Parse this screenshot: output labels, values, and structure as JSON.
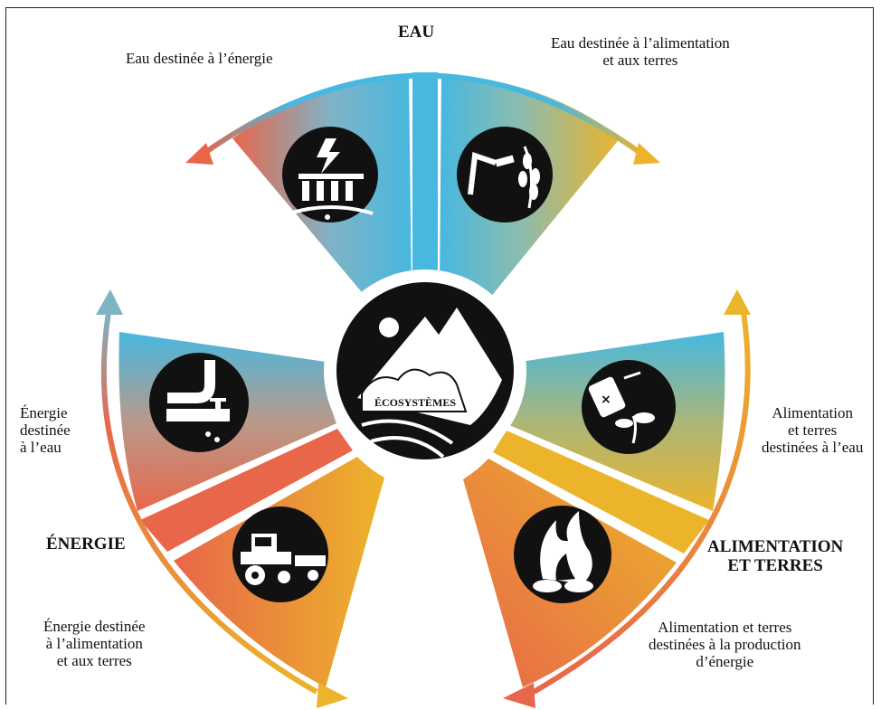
{
  "colors": {
    "water": "#47b8e0",
    "energy": "#e8674a",
    "food": "#ecb42a",
    "icon_bg": "#111111"
  },
  "sectors": {
    "water": "EAU",
    "energy": "ÉNERGIE",
    "food": "ALIMENTATION\nET TERRES"
  },
  "center": {
    "label": "ÉCOSYSTÈMES",
    "icon": "mountain-ecosystem-icon"
  },
  "flows": {
    "water_to_energy": "Eau destinée à l’énergie",
    "water_to_food": "Eau destinée à l’alimentation\net aux terres",
    "energy_to_water": "Énergie\ndestinée\nà l’eau",
    "energy_to_food": "Énergie destinée\nà l’alimentation\net aux terres",
    "food_to_water": "Alimentation\net terres\ndestinées à l’eau",
    "food_to_energy": "Alimentation et terres\ndestinées à la production\nd’énergie"
  },
  "icons": {
    "water_to_energy": "hydro-dam-icon",
    "water_to_food": "irrigation-wheat-icon",
    "energy_to_water": "water-pipe-icon",
    "energy_to_food": "tractor-icon",
    "food_to_water": "pesticide-plant-icon",
    "food_to_energy": "biomass-fire-icon"
  }
}
